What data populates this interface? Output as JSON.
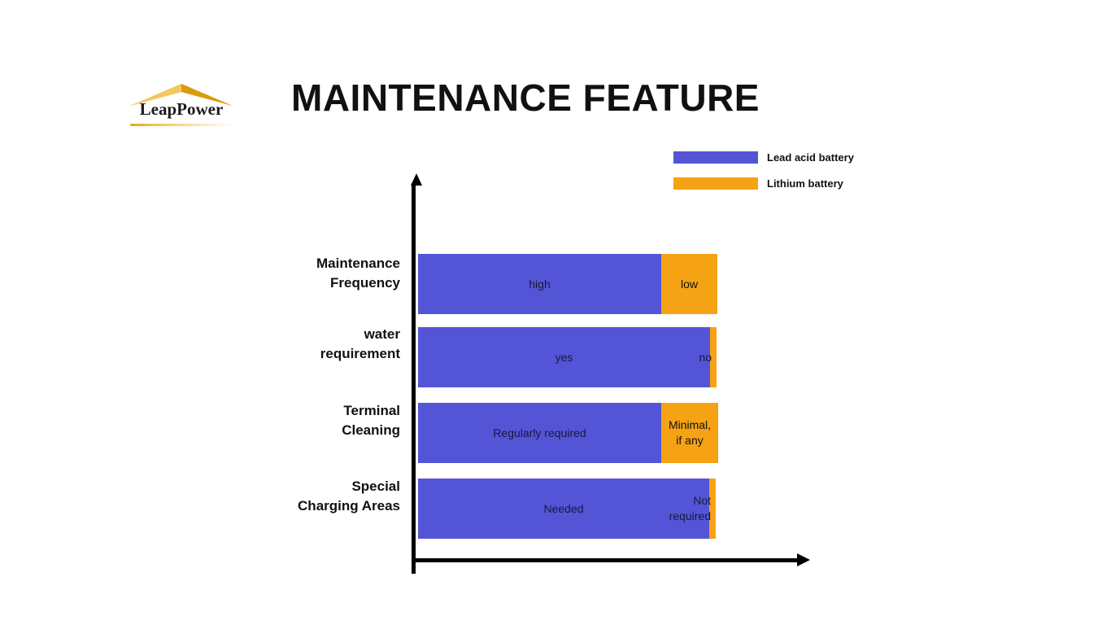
{
  "logo": {
    "brand": "LeapPower",
    "roof_color": "#e8ab1a"
  },
  "header": {
    "title": "MAINTENANCE FEATURE"
  },
  "legend": {
    "items": [
      {
        "label": "Lead acid battery",
        "color": "#5455d6"
      },
      {
        "label": "Lithium battery",
        "color": "#f5a214"
      }
    ]
  },
  "colors": {
    "lead_acid": "#5455d6",
    "lithium": "#f5a214",
    "axis": "#000000",
    "bar_text": "#18183c"
  },
  "chart_data": {
    "type": "bar",
    "orientation": "horizontal",
    "stacked": true,
    "title": "MAINTENANCE FEATURE",
    "xlabel": "",
    "ylabel": "",
    "grid": false,
    "legend_position": "top-right",
    "axis_style": "arrow-axes-no-ticks",
    "categories": [
      "Maintenance Frequency",
      "water requirement",
      "Terminal Cleaning",
      "Special Charging Areas"
    ],
    "series": [
      {
        "name": "Lead acid battery",
        "color": "#5455d6",
        "values": [
          81,
          97,
          81,
          97
        ],
        "labels": [
          "high",
          "yes",
          "Regularly required",
          "Needed"
        ]
      },
      {
        "name": "Lithium battery",
        "color": "#f5a214",
        "values": [
          19,
          3,
          19,
          3
        ],
        "labels": [
          "low",
          "no",
          "Minimal, if any",
          "Not required"
        ]
      }
    ],
    "xlim": [
      0,
      100
    ],
    "rows": [
      {
        "category_line1": "Maintenance",
        "category_line2": "Frequency",
        "lead_label": "high",
        "lithium_label": "low",
        "lead_pct": 81,
        "lithium_pct": 19
      },
      {
        "category_line1": "water",
        "category_line2": "requirement",
        "lead_label": "yes",
        "lithium_label": "no",
        "lead_pct": 97,
        "lithium_pct": 3
      },
      {
        "category_line1": "Terminal",
        "category_line2": "Cleaning",
        "lead_label": "Regularly required",
        "lithium_label_line1": "Minimal,",
        "lithium_label_line2": "if any",
        "lead_pct": 81,
        "lithium_pct": 19
      },
      {
        "category_line1": "Special",
        "category_line2": "Charging Areas",
        "lead_label": "Needed",
        "lithium_label_line1": "Not",
        "lithium_label_line2": "required",
        "lead_pct": 97,
        "lithium_pct": 3
      }
    ]
  }
}
